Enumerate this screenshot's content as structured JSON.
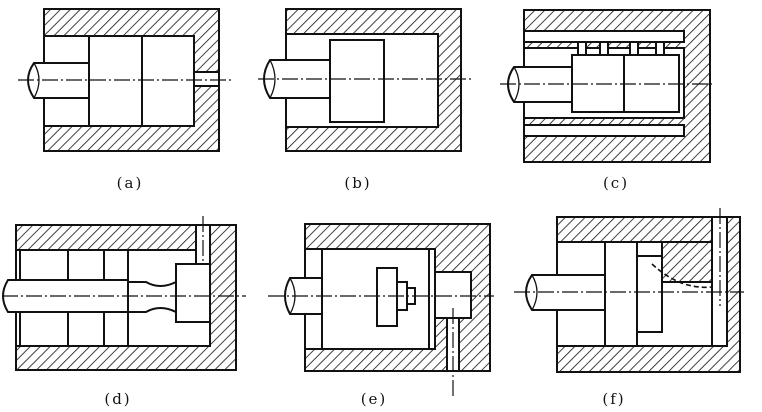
{
  "panels": [
    {
      "id": "a",
      "caption": "(a)"
    },
    {
      "id": "b",
      "caption": "(b)"
    },
    {
      "id": "c",
      "caption": "(c)"
    },
    {
      "id": "d",
      "caption": "(d)"
    },
    {
      "id": "e",
      "caption": "(e)"
    },
    {
      "id": "f",
      "caption": "(f)"
    }
  ]
}
